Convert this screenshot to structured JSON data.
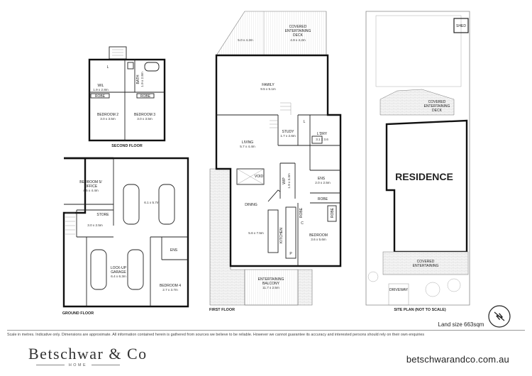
{
  "floor_titles": {
    "second": "SECOND FLOOR",
    "ground": "GROUND FLOOR",
    "first": "FIRST FLOOR",
    "site": "SITE PLAN (NOT TO SCALE)"
  },
  "second_floor": {
    "wil": "WIL",
    "wil_dim": "1.9 x 2.8m",
    "l": "L",
    "bath": "BATH",
    "bath_dim": "1.9 x 2.8m",
    "robe_1": "ROBE",
    "robe_2": "ROBE",
    "bed2": "BEDROOM 2",
    "bed2_dim": "3.0 x 3.5m",
    "bed3": "BEDROOM 3",
    "bed3_dim": "3.0 x 3.5m"
  },
  "ground_floor": {
    "bed5": "BEDROOM 5/",
    "bed5b": "OFFICE",
    "bed5_dim": "4.5 x 4.4m",
    "garage_dim": "6.1 x 5.7m",
    "store": "STORE",
    "store_dim": "3.0 x 2.5m",
    "ens": "ENS",
    "lockup": "LOCK-UP",
    "garage": "GARAGE",
    "lockup_dim": "6.4 x 6.3m",
    "bed4": "BEDROOM 4",
    "bed4_dim": "2.7 x 3.7m"
  },
  "first_floor": {
    "deck_dim": "5.0 x 4.2m",
    "cov1": "COVERED",
    "cov2": "ENTERTAINING",
    "cov3": "DECK",
    "cov_dim": "4.9 x 4.2m",
    "family": "FAMILY",
    "family_dim": "9.5 x 5.1m",
    "living": "LIVING",
    "living_dim": "5.7 x 4.4m",
    "study": "STUDY",
    "study_dim": "1.7 x 2.6m",
    "l": "L",
    "ldry": "L'DRY",
    "ldry_dim": "3.1 x 3.6",
    "void": "VOID",
    "wip": "WIP",
    "wip_dim": "1.9 x 3.3m",
    "ens": "ENS",
    "ens_dim": "2.0 x 2.5m",
    "robe_1": "ROBE",
    "robe_2": "ROBE",
    "robe_3": "ROBE",
    "dining": "DINING",
    "kitchen": "KITCHEN",
    "dining_dim": "5.6 x 7.5m",
    "bedroom": "BEDROOM",
    "bedroom_dim": "3.6 x 5.6m",
    "c": "C",
    "p": "P",
    "bal1": "ENTERTAINING",
    "bal2": "BALCONY",
    "bal_dim": "11.7 x 2.5m"
  },
  "site_plan": {
    "shed": "SHED",
    "cov1": "COVERED",
    "cov2": "ENTERTAINING",
    "cov3": "DECK",
    "residence": "RESIDENCE",
    "cov_ent1": "COVERED",
    "cov_ent2": "ENTERTAINING",
    "driveway": "DRIVEWAY",
    "land_size": "Land size 663sqm",
    "north": "N"
  },
  "footer": {
    "disclaimer": "Scale in metres. Indicative only. Dimensions are approximate. All information contained herein is gathered from sources we believe to be reliable. However we cannot guarantee its accuracy and interested persons should rely on their own enquiries",
    "brand": "Betschwar & Co",
    "brand_sub": "HOME",
    "website": "betschwarandco.com.au"
  }
}
